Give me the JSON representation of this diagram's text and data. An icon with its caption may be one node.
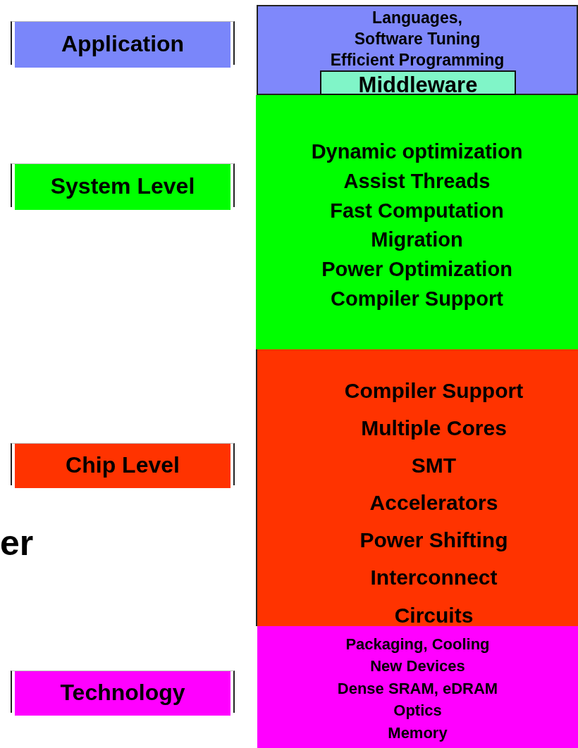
{
  "diagram": {
    "nodes": [
      {
        "text": [
          "Application"
        ]
      },
      {
        "text": [
          "System Level"
        ]
      },
      {
        "text": [
          "Chip Level"
        ]
      },
      {
        "text": [
          "Technology"
        ]
      },
      {
        "text": [
          "Languages,",
          "Software Tuning",
          "Efficient Programming"
        ]
      },
      {
        "text": [
          "Middleware"
        ],
        "in": 4
      },
      {
        "text": [
          "Dynamic optimization",
          "Assist Threads",
          "Fast Computation",
          "Migration",
          "Power Optimization",
          "Compiler Support"
        ]
      },
      {
        "text": [
          "Compiler Support",
          "Multiple Cores",
          "SMT",
          "Accelerators",
          "Power Shifting",
          "Interconnect",
          "Circuits"
        ]
      },
      {
        "text": [
          "Packaging, Cooling",
          "New Devices",
          "Dense SRAM, eDRAM",
          "Optics",
          "Memory"
        ]
      }
    ],
    "labels": [
      "er"
    ]
  }
}
